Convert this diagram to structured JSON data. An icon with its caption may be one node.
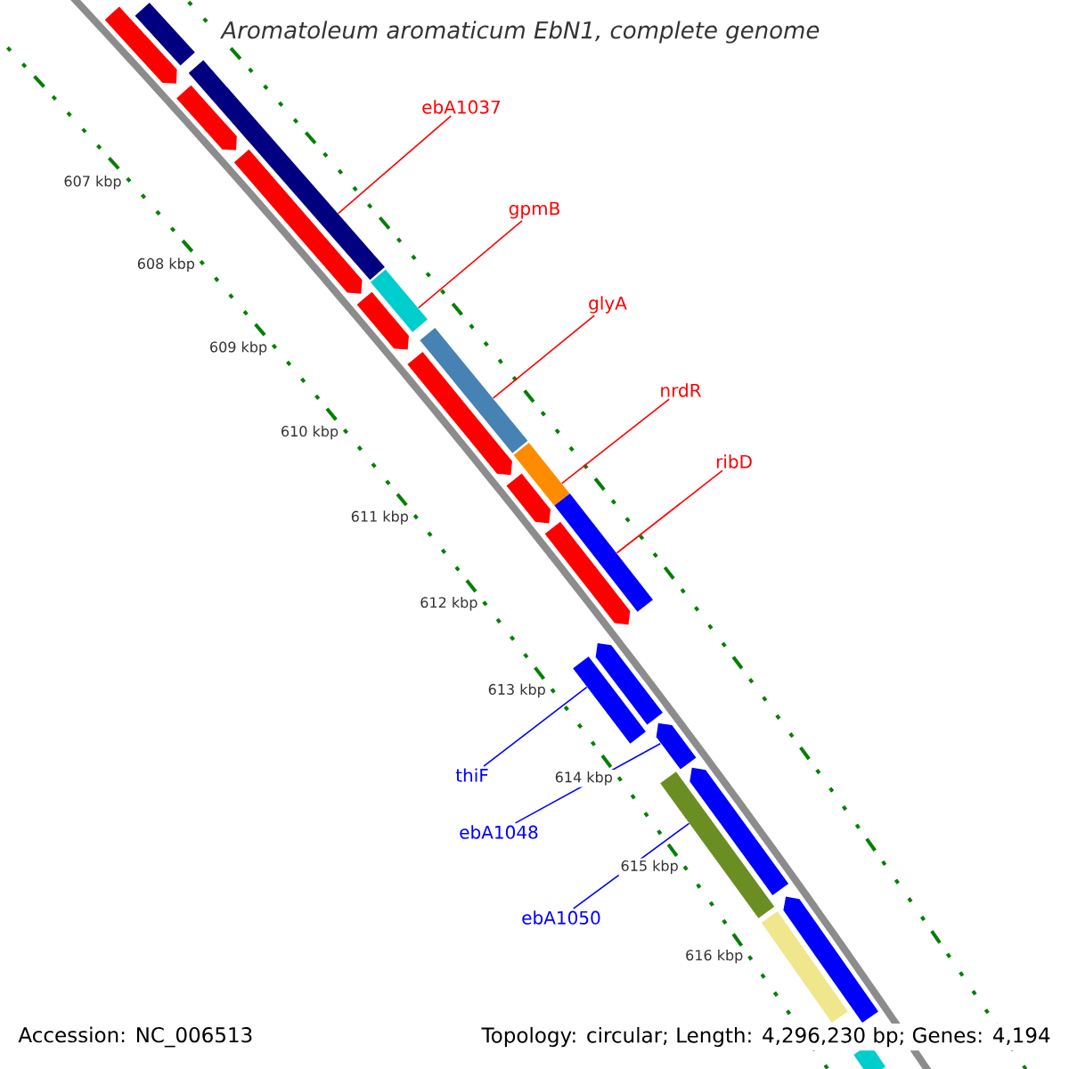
{
  "diagram": {
    "title": "Aromatoleum aromaticum EbN1, complete genome",
    "nodes": [
      {
        "text": [
          "ebA1037"
        ]
      },
      {
        "text": [
          "gpmB"
        ]
      },
      {
        "text": [
          "glyA"
        ]
      },
      {
        "text": [
          "nrdR"
        ]
      },
      {
        "text": [
          "ribD"
        ]
      },
      {
        "text": [
          "thiF"
        ]
      },
      {
        "text": [
          "ebA1048"
        ]
      },
      {
        "text": [
          "ebA1050"
        ]
      },
      {
        "text": [],
        "shape": "arrow"
      },
      {
        "text": [],
        "shape": "bar"
      },
      {
        "text": [],
        "shape": "bar"
      },
      {
        "text": [],
        "shape": "arrow"
      },
      {
        "text": [],
        "shape": "arrow"
      },
      {
        "text": [],
        "shape": "bar"
      },
      {
        "text": [],
        "shape": "arrow"
      },
      {
        "text": [],
        "shape": "bar"
      },
      {
        "text": [],
        "shape": "arrow"
      },
      {
        "text": [],
        "shape": "bar"
      },
      {
        "text": [],
        "shape": "arrow"
      },
      {
        "text": [],
        "shape": "bar"
      },
      {
        "text": [],
        "shape": "arrow"
      },
      {
        "text": [],
        "shape": "arrow"
      },
      {
        "text": [],
        "shape": "bar"
      },
      {
        "text": [],
        "shape": "arrow"
      },
      {
        "text": [],
        "shape": "bar"
      },
      {
        "text": [],
        "shape": "arrow"
      },
      {
        "text": [],
        "shape": "arrow"
      },
      {
        "text": [],
        "shape": "bar"
      },
      {
        "text": [],
        "shape": "bar"
      }
    ],
    "edges": [
      {
        "from": 0,
        "to": 10,
        "arrow": "none"
      },
      {
        "from": 1,
        "to": 13,
        "arrow": "none"
      },
      {
        "from": 2,
        "to": 15,
        "arrow": "none"
      },
      {
        "from": 3,
        "to": 17,
        "arrow": "none"
      },
      {
        "from": 4,
        "to": 19,
        "arrow": "none"
      },
      {
        "from": 5,
        "to": 22,
        "arrow": "none",
        "color": "#0000ff"
      },
      {
        "from": 6,
        "to": 23,
        "arrow": "none",
        "color": "#0000ff"
      },
      {
        "from": 7,
        "to": 24,
        "arrow": "none",
        "color": "#0000ff"
      }
    ],
    "labels": [
      "607 kbp",
      "608 kbp",
      "609 kbp",
      "610 kbp",
      "611 kbp",
      "612 kbp",
      "613 kbp",
      "614 kbp",
      "615 kbp",
      "616 kbp",
      "Accession: NC_006513",
      "Topology: circular; Length: 4,296,230 bp; Genes: 4,194"
    ]
  }
}
